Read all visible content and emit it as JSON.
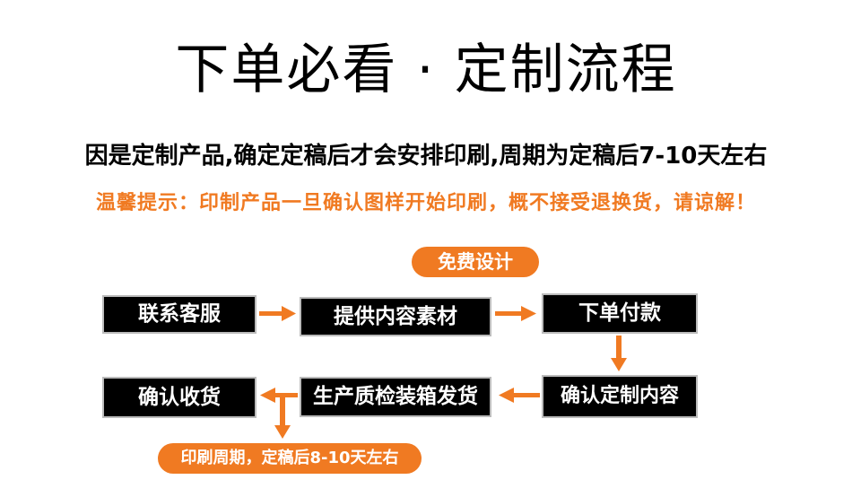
{
  "header": {
    "title": "下单必看 · 定制流程",
    "subtitle": "因是定制产品,确定定稿后才会安排印刷,周期为定稿后7-10天左右",
    "tip": "温馨提示：印制产品一旦确认图样开始印刷，概不接受退换货，请谅解！"
  },
  "flow": {
    "free_design_label": "免费设计",
    "steps": [
      "联系客服",
      "提供内容素材",
      "下单付款",
      "确认定制内容",
      "生产质检装箱发货",
      "确认收货"
    ],
    "production_cycle_label": "印刷周期，定稿后8-10天左右"
  },
  "colors": {
    "accent": "#f07a22",
    "box_bg": "#000000",
    "box_text": "#ffffff"
  }
}
